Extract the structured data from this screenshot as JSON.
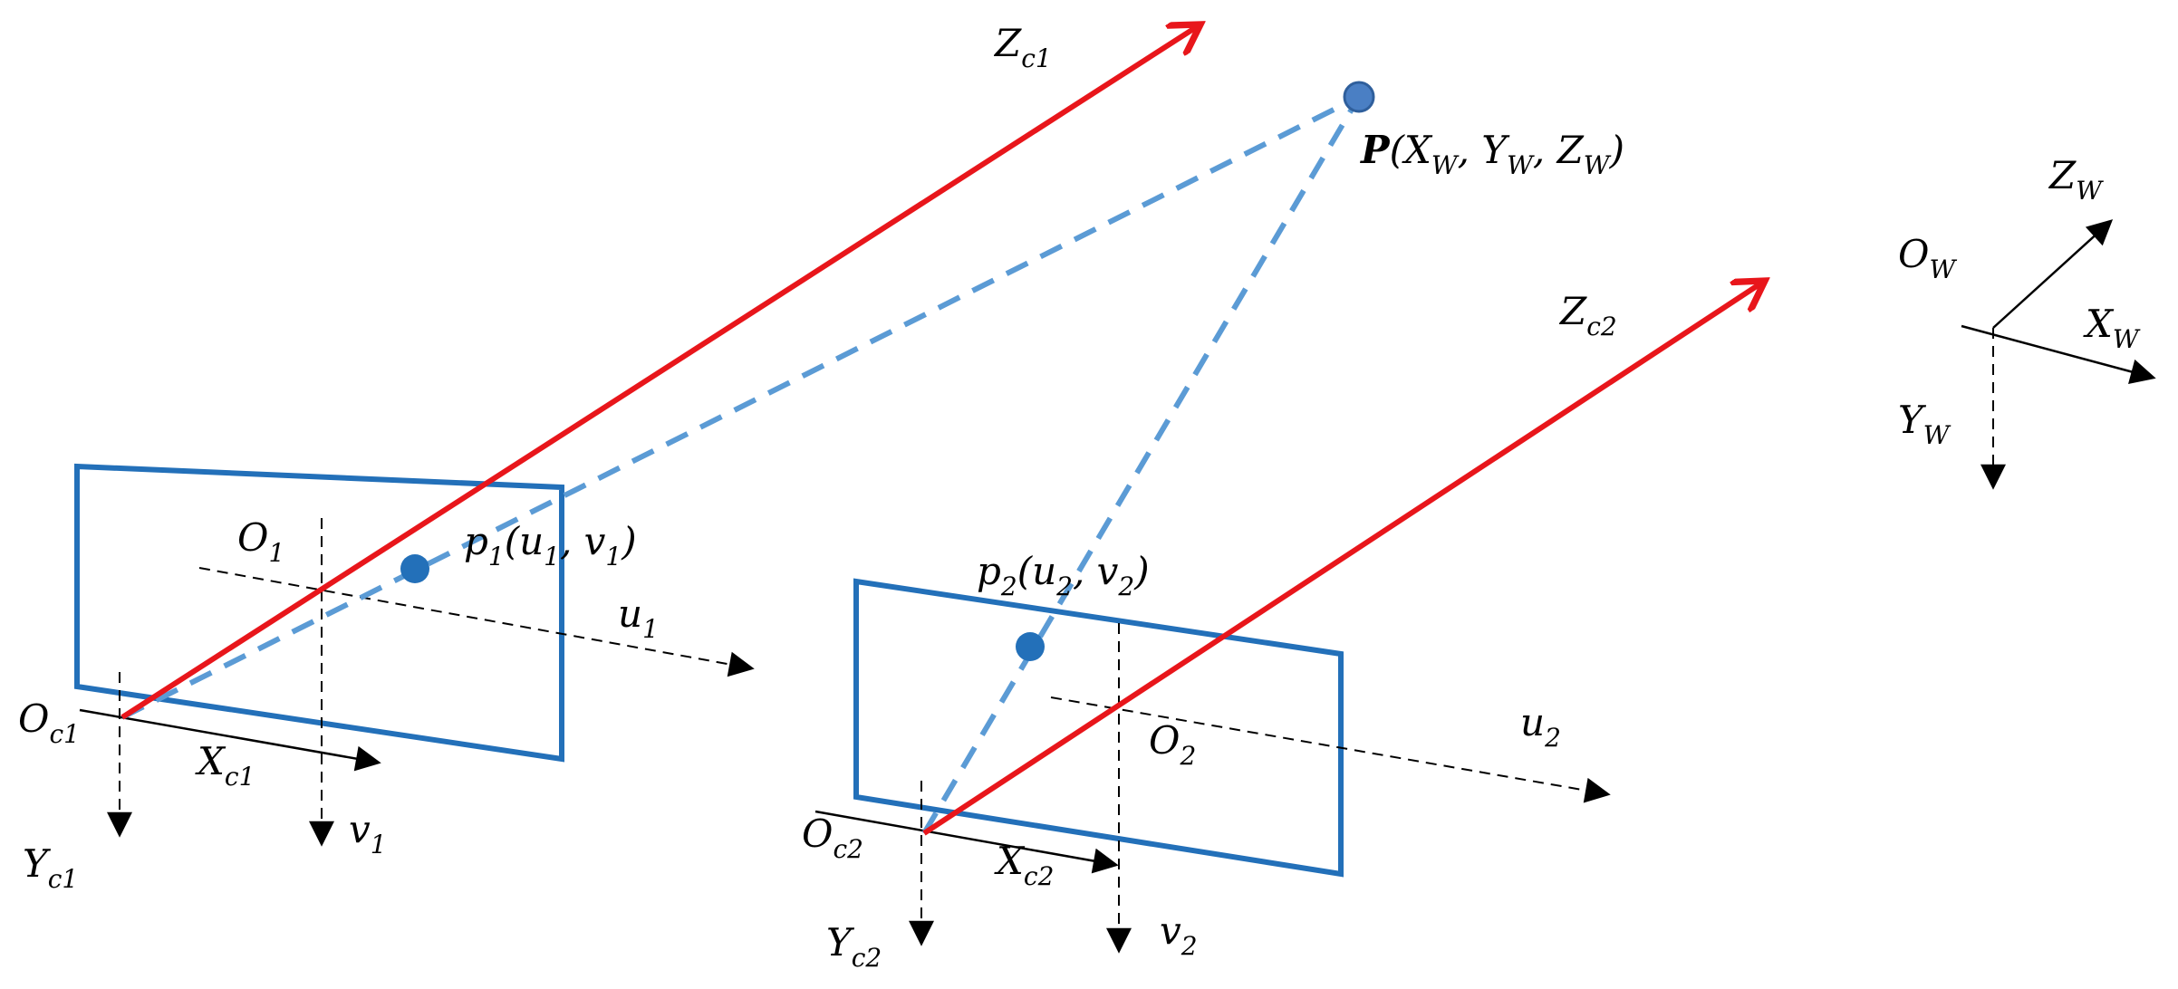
{
  "colors": {
    "optical_axis": "#e8161b",
    "image_plane": "#2370b9",
    "projection_ray": "#5b9bd5",
    "point_fill": "#4a7fc4",
    "point_stroke": "#2f5f9c",
    "image_point": "#2370b9",
    "axis": "#000000"
  },
  "labels": {
    "zc1": {
      "main": "Z",
      "sub": "c1"
    },
    "zc2": {
      "main": "Z",
      "sub": "c2"
    },
    "oc1": {
      "main": "O",
      "sub": "c1"
    },
    "oc2": {
      "main": "O",
      "sub": "c2"
    },
    "xc1": {
      "main": "X",
      "sub": "c1"
    },
    "xc2": {
      "main": "X",
      "sub": "c2"
    },
    "yc1": {
      "main": "Y",
      "sub": "c1"
    },
    "yc2": {
      "main": "Y",
      "sub": "c2"
    },
    "o1": {
      "main": "O",
      "sub": "1"
    },
    "o2": {
      "main": "O",
      "sub": "2"
    },
    "u1": {
      "main": "u",
      "sub": "1"
    },
    "u2": {
      "main": "u",
      "sub": "2"
    },
    "v1": {
      "main": "v",
      "sub": "1"
    },
    "v2": {
      "main": "v",
      "sub": "2"
    },
    "ow": {
      "main": "O",
      "sub": "W"
    },
    "xw": {
      "main": "X",
      "sub": "W"
    },
    "yw": {
      "main": "Y",
      "sub": "W"
    },
    "zw": {
      "main": "Z",
      "sub": "W"
    },
    "p1": {
      "main": "p",
      "sub1": "1",
      "open": "(u",
      "sub2": "1",
      "mid": ", v",
      "sub3": "1",
      "close": ")"
    },
    "p2": {
      "main": "p",
      "sub1": "2",
      "open": "(u",
      "sub2": "2",
      "mid": ", v",
      "sub3": "2",
      "close": ")"
    },
    "P": {
      "main": "P",
      "open": "(X",
      "s1": "W",
      "c1": ", Y",
      "s2": "W",
      "c2": ", Z",
      "s3": "W",
      "close": ")"
    }
  }
}
